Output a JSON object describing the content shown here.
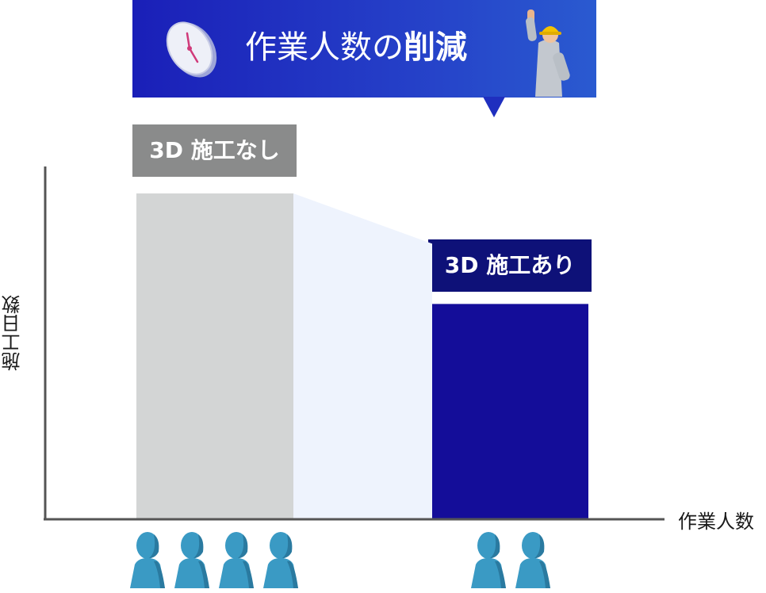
{
  "banner": {
    "title_main": "作業人数の",
    "title_strong": "削減"
  },
  "chart_data": {
    "type": "bar",
    "categories": [
      "3D 施工なし",
      "3D 施工あり"
    ],
    "values": [
      100,
      66
    ],
    "xlabel": "作業人数",
    "ylabel": "施工日数",
    "ylim": [
      0,
      108
    ],
    "grid": false,
    "bar_colors": [
      "#d3d5d5",
      "#140d99"
    ],
    "connector_color": "#eef3fd",
    "workers": [
      4,
      2
    ]
  },
  "colors": {
    "banner_start": "#1a1fb8",
    "banner_end": "#2a5ad0",
    "label_without_bg": "#8a8b8b",
    "label_with_bg": "#0e1178",
    "axis": "#555555",
    "person": "#3a9ac4"
  },
  "icons": [
    "clock-icon",
    "worker-raising-fist-icon",
    "person-icon"
  ]
}
